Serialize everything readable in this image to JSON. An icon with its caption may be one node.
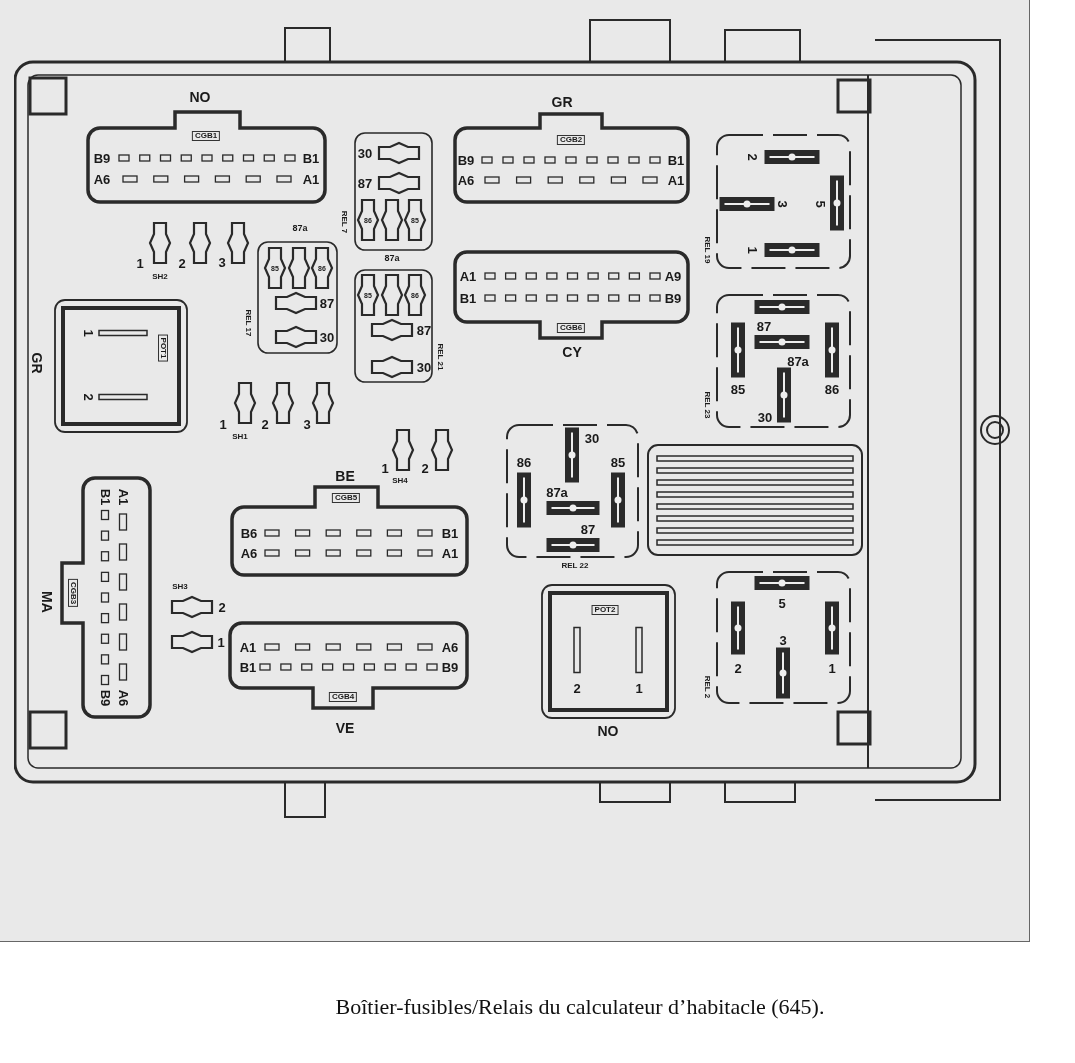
{
  "diagram": {
    "caption": "Boîtier-fusibles/Relais du calculateur d’habitacle (645).",
    "nodes": [
      {
        "text": [
          "NO",
          "CGB1",
          "B9",
          "B1",
          "A6",
          "A1"
        ]
      },
      {
        "text": [
          "GR",
          "POT1",
          "1",
          "2"
        ]
      },
      {
        "text": [
          "87a",
          "85",
          "86",
          "87",
          "30",
          "REL 17"
        ]
      },
      {
        "text": [
          "30",
          "87",
          "86",
          "85",
          "87a",
          "REL 7"
        ]
      },
      {
        "text": [
          "85",
          "86",
          "87",
          "30",
          "REL 21"
        ]
      },
      {
        "text": [
          "GR",
          "CGB2",
          "B9",
          "B1",
          "A6",
          "A1"
        ]
      },
      {
        "text": [
          "A1",
          "A9",
          "B1",
          "B9",
          "CGB6",
          "CY"
        ]
      },
      {
        "text": [
          "2",
          "3",
          "5",
          "1",
          "REL 19"
        ]
      },
      {
        "text": [
          "87",
          "85",
          "87a",
          "86",
          "30",
          "REL 23"
        ]
      },
      {
        "text": [
          "MA",
          "CGB3",
          "A1",
          "B1",
          "B9",
          "A6"
        ]
      },
      {
        "text": [
          "BE",
          "CGB5",
          "B6",
          "B1",
          "A6",
          "A1"
        ]
      },
      {
        "text": [
          "A1",
          "A6",
          "B1",
          "B9",
          "CGB4",
          "VE"
        ]
      },
      {
        "text": [
          "30",
          "86",
          "85",
          "87a",
          "87",
          "REL 22"
        ]
      },
      {
        "text": [
          "POT2",
          "2",
          "1",
          "NO"
        ]
      },
      {
        "text": [
          "5",
          "2",
          "3",
          "1",
          "REL 2"
        ]
      }
    ],
    "labels": [
      "1",
      "2",
      "3",
      "SH2",
      "1",
      "2",
      "3",
      "SH1",
      "1",
      "2",
      "SH4",
      "SH3",
      "2",
      "1"
    ]
  }
}
